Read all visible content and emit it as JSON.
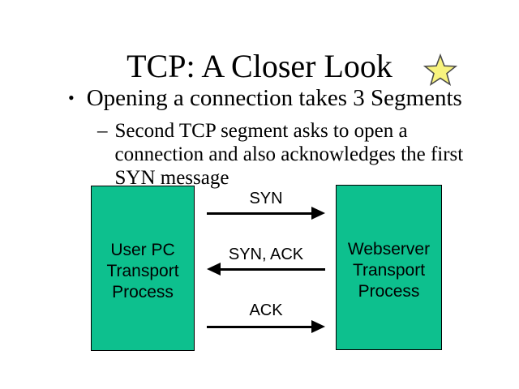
{
  "slide": {
    "title": "TCP: A Closer Look",
    "bullet_marker": "•",
    "bullet_text": "Opening a connection takes 3 Segments",
    "sub_bullet_marker": "–",
    "sub_bullet_lines": [
      "Second TCP segment asks to open a",
      "connection and also acknowledges the first",
      "SYN message"
    ]
  },
  "diagram": {
    "left_box": {
      "lines": [
        "User PC",
        "Transport",
        "Process"
      ]
    },
    "right_box": {
      "lines": [
        "Webserver",
        "Transport",
        "Process"
      ]
    },
    "arrows": [
      {
        "label": "SYN",
        "direction": "right"
      },
      {
        "label": "SYN, ACK",
        "direction": "left"
      },
      {
        "label": "ACK",
        "direction": "right"
      }
    ],
    "box_fill": "#0DC08E",
    "box_border": "#000000",
    "arrow_color": "#000000"
  },
  "icons": {
    "star": {
      "fill": "#F8F37E",
      "stroke": "#4A4A4A"
    }
  }
}
